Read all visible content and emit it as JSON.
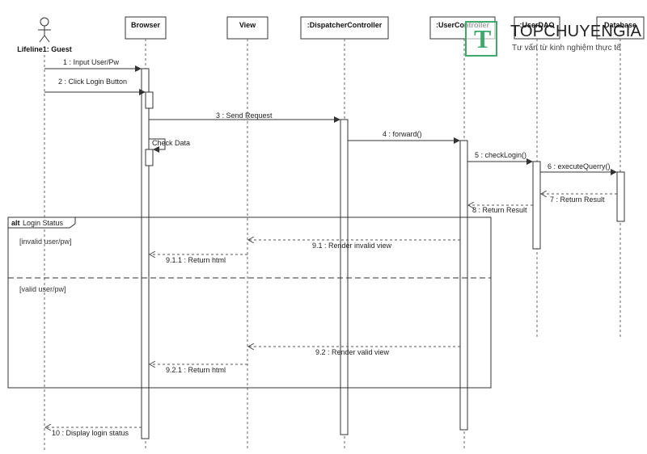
{
  "actor": {
    "label": "Lifeline1: Guest"
  },
  "lifelines": [
    {
      "label": "Browser"
    },
    {
      "label": "View"
    },
    {
      "label": ":DispatcherController"
    },
    {
      "label": ":UserController"
    },
    {
      "label": ":UserDAO"
    },
    {
      "label": "Database"
    }
  ],
  "messages": [
    {
      "label": "1 : Input User/Pw"
    },
    {
      "label": "2 : Click Login Button"
    },
    {
      "label": "3 : Send Request"
    },
    {
      "label": "Check Data"
    },
    {
      "label": "4 : forward()"
    },
    {
      "label": "5 : checkLogin()"
    },
    {
      "label": "6 : executeQuerry()"
    },
    {
      "label": "7 : Return Result"
    },
    {
      "label": "8 : Return Result"
    },
    {
      "label": "9.1 : Render invalid view"
    },
    {
      "label": "9.1.1 : Return html"
    },
    {
      "label": "9.2 : Render valid view"
    },
    {
      "label": "9.2.1 : Return html"
    },
    {
      "label": "10 : Display login status"
    }
  ],
  "fragment": {
    "keyword": "alt",
    "title": "Login Status",
    "guards": [
      "[invalid user/pw]",
      "[valid user/pw]"
    ]
  },
  "watermark": {
    "letter": "T",
    "name": "TOPCHUYENGIA",
    "tagline": "Tư vấn từ kinh nghiệm thực tế",
    "color": "#3fa86b"
  }
}
